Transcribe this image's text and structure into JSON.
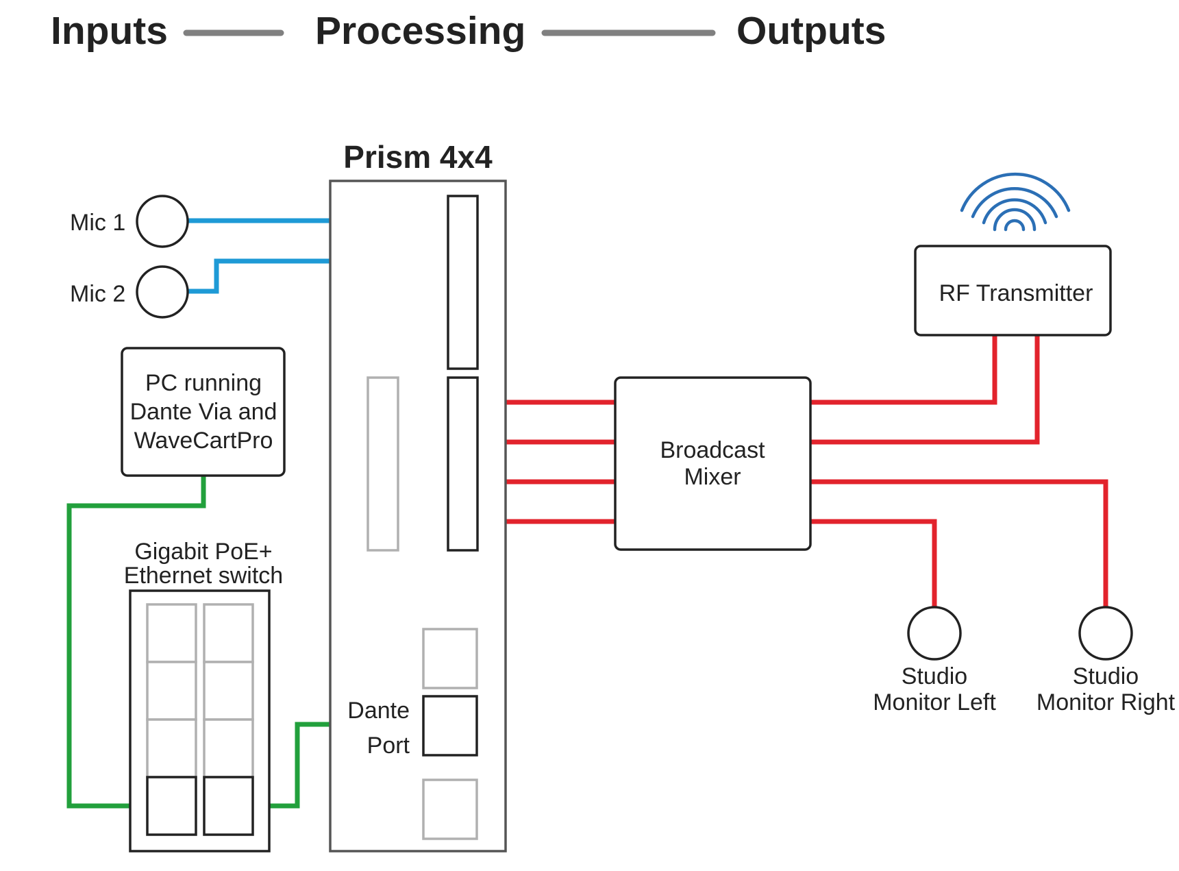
{
  "stages": {
    "inputs": "Inputs",
    "processing": "Processing",
    "outputs": "Outputs"
  },
  "prism": {
    "title": "Prism 4x4",
    "dante_port_line1": "Dante",
    "dante_port_line2": "Port"
  },
  "inputs": {
    "mic1": "Mic 1",
    "mic2": "Mic 2"
  },
  "pc": {
    "line1": "PC running",
    "line2": "Dante Via and",
    "line3": "WaveCartPro"
  },
  "switch": {
    "line1": "Gigabit PoE+",
    "line2": "Ethernet switch"
  },
  "mixer": {
    "line1": "Broadcast",
    "line2": "Mixer"
  },
  "rf": {
    "label": "RF Transmitter"
  },
  "monitors": {
    "left_line1": "Studio",
    "left_line2": "Monitor Left",
    "right_line1": "Studio",
    "right_line2": "Monitor Right"
  },
  "colors": {
    "analog_input_wire": "#1e9ad6",
    "analog_output_wire": "#e2232c",
    "network_wire": "#22a03c",
    "rf_waves": "#2b6fb5"
  },
  "icons": {
    "rf_waves": "wireless-signal-icon"
  }
}
